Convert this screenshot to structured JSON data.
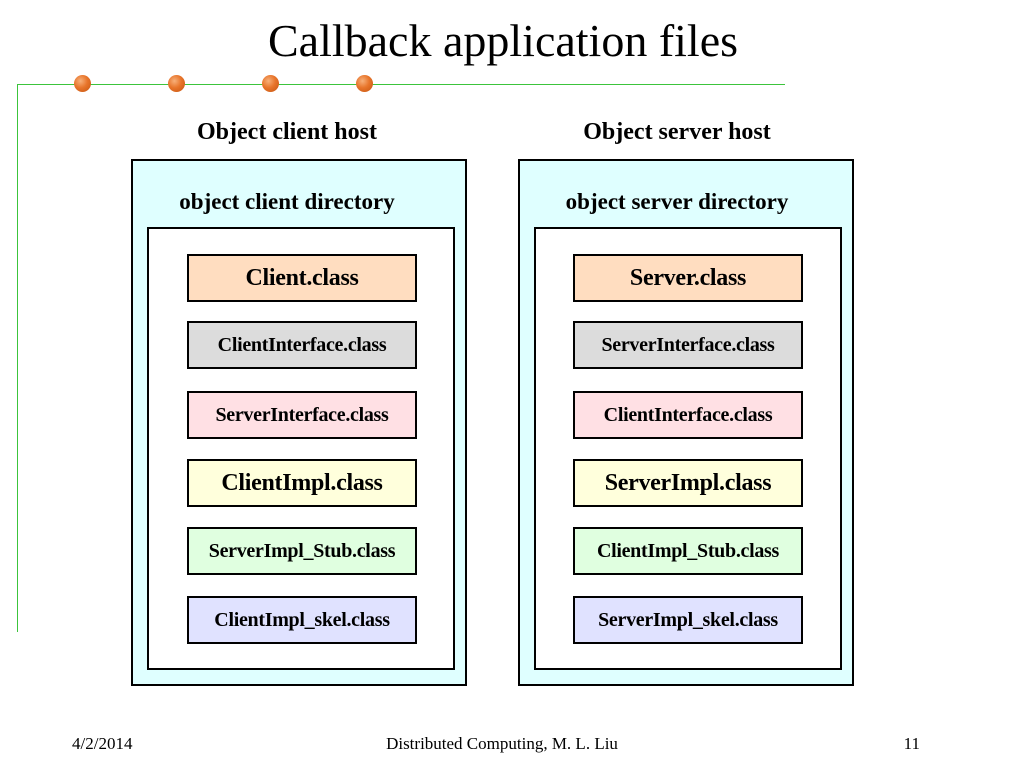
{
  "title": "Callback application files",
  "hosts": [
    {
      "host_label": "Object client host",
      "directory_label": "object client directory",
      "files": [
        {
          "name": "Client.class",
          "color": "#ffddc0"
        },
        {
          "name": "ClientInterface.class",
          "color": "#dcdcdc"
        },
        {
          "name": "ServerInterface.class",
          "color": "#ffe0e4"
        },
        {
          "name": "ClientImpl.class",
          "color": "#ffffdc"
        },
        {
          "name": "ServerImpl_Stub.class",
          "color": "#e0ffe0"
        },
        {
          "name": "ClientImpl_skel.class",
          "color": "#e0e2ff"
        }
      ]
    },
    {
      "host_label": "Object server host",
      "directory_label": "object server directory",
      "files": [
        {
          "name": "Server.class",
          "color": "#ffddc0"
        },
        {
          "name": "ServerInterface.class",
          "color": "#dcdcdc"
        },
        {
          "name": "ClientInterface.class",
          "color": "#ffe0e4"
        },
        {
          "name": "ServerImpl.class",
          "color": "#ffffdc"
        },
        {
          "name": "ClientImpl_Stub.class",
          "color": "#e0ffe0"
        },
        {
          "name": "ServerImpl_skel.class",
          "color": "#e0e2ff"
        }
      ]
    }
  ],
  "footer": {
    "date": "4/2/2014",
    "center_text": "Distributed Computing, M. L. Liu",
    "page_number": "11"
  },
  "colors": {
    "accent_line": "#3cc43c",
    "bullet": "#e8752b",
    "host_box_fill": "#dfffff"
  }
}
